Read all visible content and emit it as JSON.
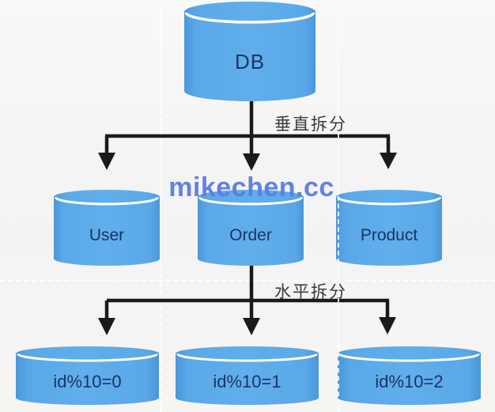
{
  "watermark": {
    "text": "mikechen.cc",
    "color": "#5b7ce0"
  },
  "edges": {
    "vertical_split_label": "垂直拆分",
    "horizontal_split_label": "水平拆分"
  },
  "nodes": {
    "root": {
      "label": "DB"
    },
    "vertical_shards": [
      {
        "label": "User"
      },
      {
        "label": "Order"
      },
      {
        "label": "Product"
      }
    ],
    "horizontal_shards": [
      {
        "label": "id%10=0"
      },
      {
        "label": "id%10=1"
      },
      {
        "label": "id%10=2"
      }
    ]
  },
  "colors": {
    "cylinder_fill": "#5aa8e8",
    "cylinder_edge": "#4a97da",
    "cylinder_highlight": "#ffffff",
    "node_text": "#1b3467",
    "arrow": "#1a1a1a",
    "split_label_text": "#3b3b3b",
    "watermark": "#5b7ce0",
    "background": "#f7f6f4"
  }
}
